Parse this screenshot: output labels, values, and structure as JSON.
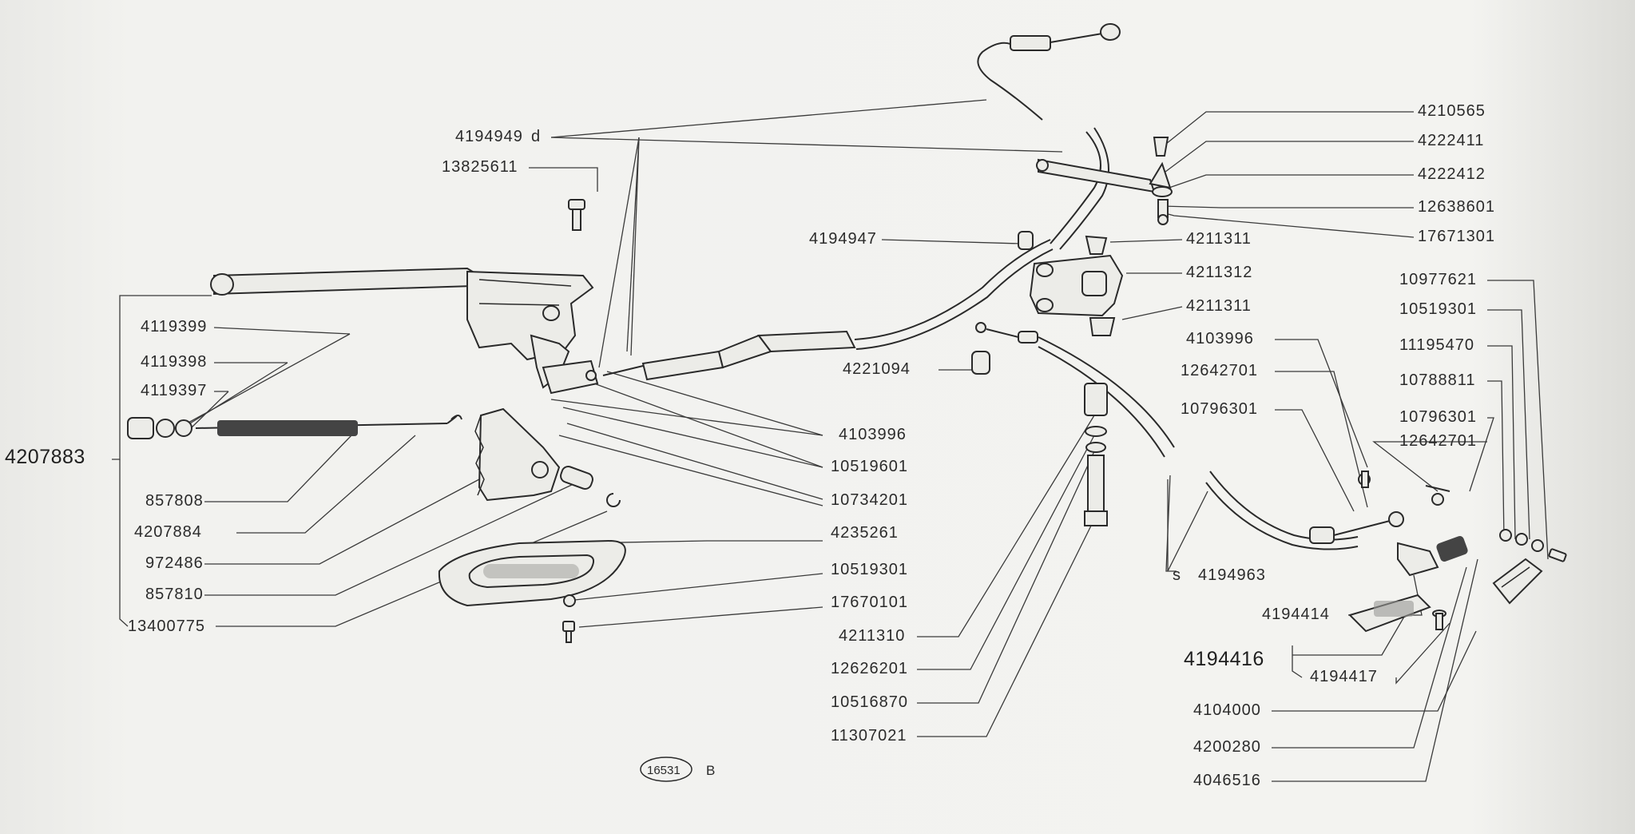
{
  "diagram": {
    "sheet_code": "16531",
    "sheet_letter": "B",
    "labels": {
      "p4194949": "4194949",
      "p4194949_suffix": "d",
      "p13825611": "13825611",
      "p4119399": "4119399",
      "p4119398": "4119398",
      "p4119397": "4119397",
      "p4207883": "4207883",
      "p857808": "857808",
      "p4207884": "4207884",
      "p972486": "972486",
      "p857810": "857810",
      "p13400775": "13400775",
      "p4194947": "4194947",
      "p4221094": "4221094",
      "p4103996_left": "4103996",
      "p10519601": "10519601",
      "p10734201": "10734201",
      "p4235261": "4235261",
      "p10519301_left": "10519301",
      "p17670101": "17670101",
      "p4211310": "4211310",
      "p12626201": "12626201",
      "p10516870": "10516870",
      "p11307021": "11307021",
      "p4210565": "4210565",
      "p4222411": "4222411",
      "p4222412": "4222412",
      "p12638601": "12638601",
      "p17671301": "17671301",
      "p4211311_top": "4211311",
      "p4211312": "4211312",
      "p4211311_bottom": "4211311",
      "p4103996_right": "4103996",
      "p12642701_right": "12642701",
      "p10796301_right": "10796301",
      "p10977621": "10977621",
      "p10519301_right": "10519301",
      "p11195470": "11195470",
      "p10788811": "10788811",
      "p10796301_far": "10796301",
      "p12642701_far": "12642701",
      "p4194963": "4194963",
      "p4194963_prefix": "s",
      "p4194414": "4194414",
      "p4194416": "4194416",
      "p4194417": "4194417",
      "p4104000": "4104000",
      "p4200280": "4200280",
      "p4046516": "4046516"
    },
    "parts": {
      "hand_brake_lever": "hand-brake-lever",
      "front_cable": "front-brake-cable",
      "rear_cable": "rear-brake-cable",
      "equalizer": "equalizer-bracket",
      "ratchet_sector": "ratchet-sector",
      "boot": "lever-boot-gasket",
      "return_spring": "return-spring",
      "rod_spring": "rod-spring"
    }
  }
}
